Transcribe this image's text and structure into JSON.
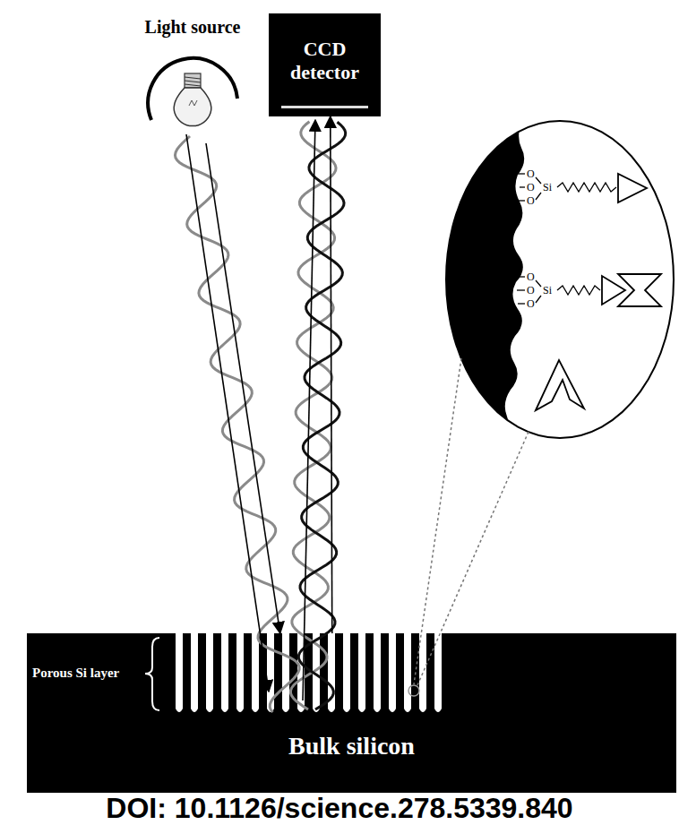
{
  "diagram": {
    "caption": "DOI: 10.1126/science.278.5339.840",
    "nodes": [
      {
        "text": [
          "Light source"
        ]
      },
      {
        "text": [
          "CCD detector"
        ]
      },
      {
        "text": [
          "Bulk silicon"
        ]
      }
    ],
    "edges": [
      {
        "from": 0,
        "to": 2,
        "arrow": "to"
      },
      {
        "from": 2,
        "to": 1,
        "arrow": "to"
      }
    ],
    "labels": [
      "Porous Si layer",
      "O",
      "O",
      "Si",
      "O",
      "O",
      "O",
      "Si",
      "O"
    ]
  }
}
